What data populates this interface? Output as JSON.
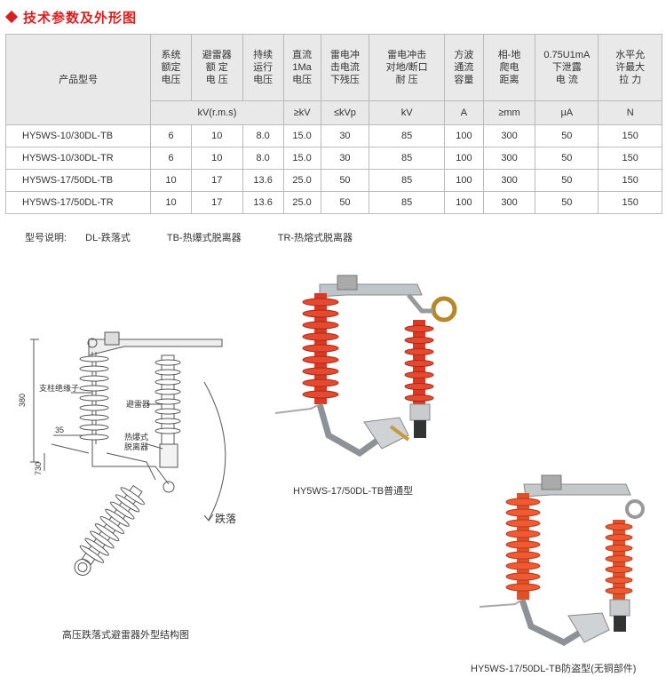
{
  "section_title": "技术参数及外形图",
  "table": {
    "header_row1": [
      "产品型号",
      "系统\n额定\n电压",
      "避雷器\n额 定\n电 压",
      "持续\n运行\n电压",
      "直流\n1Ma\n电压",
      "雷电冲\n击电流\n下残压",
      "雷电冲击\n对地/断口\n耐 压",
      "方波\n通流\n容量",
      "相-地\n爬电\n距离",
      "0.75U1mA\n下泄露\n电 流",
      "水平允\n许最大\n拉 力"
    ],
    "header_row2": [
      "kV(r.m.s)",
      "≥kV",
      "≤kVp",
      "kV",
      "A",
      "≥mm",
      "μA",
      "N"
    ],
    "rows": [
      [
        "HY5WS-10/30DL-TB",
        "6",
        "10",
        "8.0",
        "15.0",
        "30",
        "85",
        "100",
        "300",
        "50",
        "150"
      ],
      [
        "HY5WS-10/30DL-TR",
        "6",
        "10",
        "8.0",
        "15.0",
        "30",
        "85",
        "100",
        "300",
        "50",
        "150"
      ],
      [
        "HY5WS-17/50DL-TB",
        "10",
        "17",
        "13.6",
        "25.0",
        "50",
        "85",
        "100",
        "300",
        "50",
        "150"
      ],
      [
        "HY5WS-17/50DL-TR",
        "10",
        "17",
        "13.6",
        "25.0",
        "50",
        "85",
        "100",
        "300",
        "50",
        "150"
      ]
    ]
  },
  "notes": {
    "label": "型号说明:",
    "items": [
      "DL-跌落式",
      "TB-热爆式脱离器",
      "TR-热熔式脱离器"
    ]
  },
  "drawing": {
    "caption": "高压跌落式避雷器外型结构图",
    "labels": {
      "pillar": "支柱绝缘子",
      "arrester": "避雷器",
      "disconnector": "热爆式\n脱离器",
      "drop": "跌落",
      "dim_380": "380",
      "dim_35": "35",
      "dim_730": "730"
    }
  },
  "photos": [
    {
      "caption": "HY5WS-17/50DL-TB普通型"
    },
    {
      "caption": "HY5WS-17/50DL-TB防盗型(无铜部件)"
    }
  ],
  "colors": {
    "accent": "#d81e1e",
    "header_bg": "#e9e9e9",
    "insulator": "#e0412c"
  }
}
